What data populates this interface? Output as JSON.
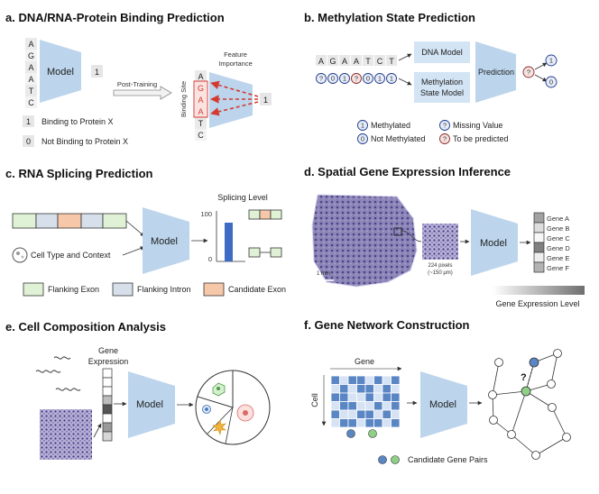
{
  "panels": {
    "a": {
      "title": "a. DNA/RNA-Protein Binding Prediction",
      "sequence": [
        "A",
        "G",
        "A",
        "A",
        "T",
        "C"
      ],
      "model": "Model",
      "output": "1",
      "post_training": "Post-Training",
      "feature_importance_1": "Feature",
      "feature_importance_2": "Importance",
      "binding_site": "Binding Site",
      "legend": [
        {
          "key": "1",
          "text": "Binding to Protein X"
        },
        {
          "key": "0",
          "text": "Not Binding to Protein X"
        }
      ]
    },
    "b": {
      "title": "b. Methylation State Prediction",
      "sequence": [
        "A",
        "G",
        "A",
        "A",
        "T",
        "C",
        "T"
      ],
      "states": [
        "?",
        "0",
        "1",
        "?",
        "0",
        "1",
        "1"
      ],
      "dna_model": "DNA Model",
      "meth_model_1": "Methylation",
      "meth_model_2": "State Model",
      "prediction": "Prediction",
      "query": "?",
      "out_1": "1",
      "out_0": "0",
      "legend": [
        {
          "key": "1",
          "text": "Methylated"
        },
        {
          "key": "0",
          "text": "Not Methylated"
        },
        {
          "key": "?",
          "text": "Missing Value"
        },
        {
          "key": "?",
          "text": "To be predicted"
        }
      ]
    },
    "c": {
      "title": "c. RNA Splicing Prediction",
      "model": "Model",
      "cell_context": "Cell Type and Context",
      "splicing_level": "Splicing Level",
      "y_top": "100",
      "y_bottom": "0",
      "legend": [
        {
          "text": "Flanking Exon",
          "color": "#dff2d6"
        },
        {
          "text": "Flanking Intron",
          "color": "#d6dfea"
        },
        {
          "text": "Candidate Exon",
          "color": "#f7c7aa"
        }
      ]
    },
    "d": {
      "title": "d. Spatial Gene Expression Inference",
      "scale_bar": "1 mm",
      "patch_1": "224 pixels",
      "patch_2": "(~150 μm)",
      "model": "Model",
      "genes": [
        "Gene A",
        "Gene B",
        "Gene C",
        "Gene D",
        "Gene E",
        "Gene F"
      ],
      "gene_levels": [
        0.55,
        0.2,
        0.05,
        0.75,
        0.1,
        0.45
      ],
      "colorbar_label": "Gene Expression Level"
    },
    "e": {
      "title": "e. Cell Composition Analysis",
      "gene_expression_1": "Gene",
      "gene_expression_2": "Expression",
      "model": "Model"
    },
    "f": {
      "title": "f. Gene Network Construction",
      "gene": "Gene",
      "cell": "Cell",
      "model": "Model",
      "question": "?",
      "legend": "Candidate Gene Pairs"
    }
  },
  "colors": {
    "model_blue": "#bcd5ec",
    "accent_red": "#d43a2f",
    "node_blue": "#5b86c4",
    "node_green": "#8fcf86",
    "bar_blue": "#3e6cc4"
  }
}
